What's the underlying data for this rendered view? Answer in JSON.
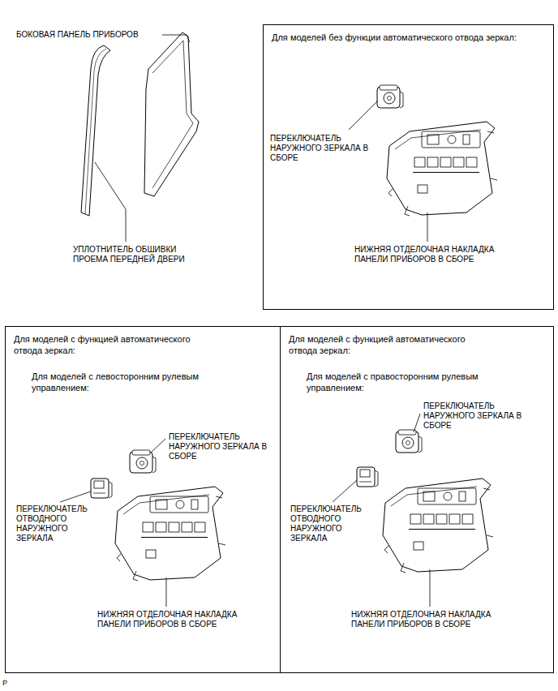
{
  "diagram": {
    "nodes": [
      {
        "text": [
          "Для моделей без функции автоматического отвода зеркал:"
        ]
      },
      {
        "text": [
          "Для моделей с функцией автоматического отвода зеркал:",
          "Для моделей с левосторонним рулевым управлением:"
        ]
      },
      {
        "text": [
          "Для моделей с функцией автоматического отвода зеркал:",
          "Для моделей с правосторонним рулевым управлением:"
        ]
      }
    ],
    "labels": [
      "БОКОВАЯ ПАНЕЛЬ ПРИБОРОВ",
      "УПЛОТНИТЕЛЬ ОБШИВКИ ПРОЕМА ПЕРЕДНЕЙ ДВЕРИ",
      "ПЕРЕКЛЮЧАТЕЛЬ НАРУЖНОГО ЗЕРКАЛА В СБОРЕ",
      "НИЖНЯЯ ОТДЕЛОЧНАЯ НАКЛАДКА ПАНЕЛИ ПРИБОРОВ В СБОРЕ",
      "ПЕРЕКЛЮЧАТЕЛЬ НАРУЖНОГО ЗЕРКАЛА В СБОРЕ",
      "ПЕРЕКЛЮЧАТЕЛЬ ОТВОДНОГО НАРУЖНОГО ЗЕРКАЛА",
      "НИЖНЯЯ ОТДЕЛОЧНАЯ НАКЛАДКА ПАНЕЛИ ПРИБОРОВ В СБОРЕ",
      "ПЕРЕКЛЮЧАТЕЛЬ НАРУЖНОГО ЗЕРКАЛА В СБОРЕ",
      "ПЕРЕКЛЮЧАТЕЛЬ ОТВОДНОГО НАРУЖНОГО ЗЕРКАЛА",
      "НИЖНЯЯ ОТДЕЛОЧНАЯ НАКЛАДКА ПАНЕЛИ ПРИБОРОВ В СБОРЕ",
      "P"
    ]
  }
}
